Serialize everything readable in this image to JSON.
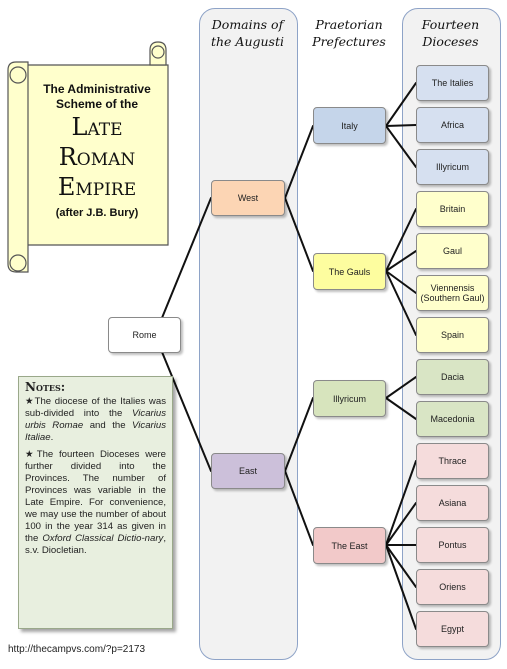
{
  "title": {
    "line1": "The Administrative",
    "line2": "Scheme of the",
    "big1": "Late",
    "big2": "Roman",
    "big3": "Empire",
    "after": "(after J.B. Bury)"
  },
  "columns": {
    "augusti_l1": "Domains of",
    "augusti_l2": "the Augusti",
    "prefectures_l1": "Praetorian",
    "prefectures_l2": "Prefectures",
    "dioceses_l1": "Fourteen",
    "dioceses_l2": "Dioceses"
  },
  "nodes": {
    "rome": "Rome",
    "west": "West",
    "east": "East",
    "italy": "Italy",
    "gauls": "The Gauls",
    "illyricum_pref": "Illyricum",
    "the_east": "The East",
    "italies": "The Italies",
    "africa": "Africa",
    "illyricum_dio": "Illyricum",
    "britain": "Britain",
    "gaul": "Gaul",
    "viennensis": "Viennensis (Southern Gaul)",
    "spain": "Spain",
    "dacia": "Dacia",
    "macedonia": "Macedonia",
    "thrace": "Thrace",
    "asiana": "Asiana",
    "pontus": "Pontus",
    "oriens": "Oriens",
    "egypt": "Egypt"
  },
  "notes": {
    "title": "Notes:",
    "star": "★",
    "n1_a": "The diocese of the Italies was sub-divided into the ",
    "n1_b": "Vicarius urbis Romae",
    "n1_c": " and the ",
    "n1_d": "Vicarius Italiae",
    "n1_e": ".",
    "n2_a": "The fourteen Dioceses were further divided into the Provinces. The number of Provinces was variable in the Late Empire. For convenience, we may use the number of about 100 in the year 314 as given in the ",
    "n2_b": "Oxford Classical Dictio-nary",
    "n2_c": ", s.v. Diocletian."
  },
  "url": "http://thecampvs.com/?p=2173",
  "colors": {
    "rome": "#ffffff",
    "west": "#fcd5b4",
    "east": "#ccc0da",
    "italy": "#c5d5ea",
    "gauls": "#fdfd9f",
    "illyricum_pref": "#d7e4bd",
    "the_east": "#f2c9c9",
    "italy_dioceses": "#d6e0f0",
    "gaul_dioceses": "#ffffcc",
    "illyricum_dioceses": "#d9e5c5",
    "east_dioceses": "#f5dcdc",
    "column_fill": "#f2f2f2",
    "column_border": "#8ea3c7",
    "scroll_fill": "#ffffcc",
    "notes_fill": "#e8efdf"
  }
}
